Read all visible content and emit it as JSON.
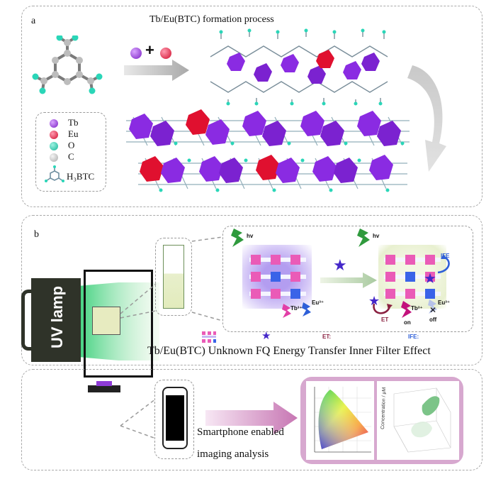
{
  "panel_a": {
    "label": "a",
    "title": "Tb/Eu(BTC) formation process",
    "legend": [
      {
        "text": "Tb",
        "color": "#8b2bd1"
      },
      {
        "text": "Eu",
        "color": "#e0102f"
      },
      {
        "text": "O",
        "color": "#28d2b6"
      },
      {
        "text": "C",
        "color": "#b9b9b9"
      }
    ],
    "legend_btc": "H₃BTC",
    "plus": "+"
  },
  "panel_b": {
    "label": "b",
    "uv_lamp": "UV lamp",
    "hv_left": "hv",
    "hv_right": "hv",
    "tb_ion": "Tb³⁺",
    "eu_ion": "Eu³⁺",
    "ife": "IFE",
    "et": "ET",
    "on": "on",
    "off": "off",
    "tb_ion_right": "Tb³⁺",
    "eu_ion_right": "Eu³⁺",
    "et_legend": "ET:",
    "ife_legend": "IFE:",
    "caption": "Tb/Eu(BTC) Unknown FQ Energy Transfer Inner Filter Effect"
  },
  "panel_c": {
    "phone_caption_1": "Smartphone enabled",
    "phone_caption_2": "imaging analysis",
    "axis_label": "Concentration / μM"
  }
}
